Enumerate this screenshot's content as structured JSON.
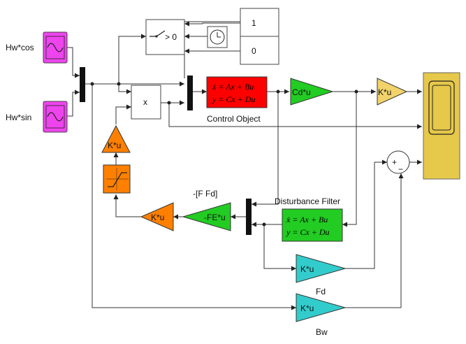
{
  "labels": {
    "hw_cos": "Hw*cos",
    "hw_sin": "Hw*sin",
    "control_object": "Control Object",
    "disturbance_filter": "Disturbance Filter",
    "f_fd": "-[F Fd]",
    "fd": "Fd",
    "bw": "Bw"
  },
  "blocks": {
    "const_1": "1",
    "const_0": "0",
    "switch_threshold": "> 0",
    "product": "x",
    "gain_cd": "Cd*u",
    "gain_out": "K*u",
    "gain_fe": "-FE*u",
    "gain_orange": "K*u",
    "gain_up": "K*u",
    "gain_fd": "K*u",
    "gain_bw": "K*u",
    "sum_plus": "+",
    "sum_minus": "−"
  },
  "state_space": {
    "line1": "ẋ = Ax + Bu",
    "line2": "y = Cx + Du"
  },
  "colors": {
    "sine": "#ee44ee",
    "state_space_control": "#ff0000",
    "state_space_filter": "#22cc22",
    "gain_green": "#22cc22",
    "gain_yellow": "#f2d36b",
    "gain_orange": "#ff8000",
    "gain_cyan": "#33cccc",
    "scope": "#e6c84a"
  },
  "icons": {
    "sine_source": "sine-wave-icon",
    "clock": "clock-icon",
    "switch": "switch-icon",
    "saturation": "saturation-icon",
    "scope": "scope-icon"
  }
}
